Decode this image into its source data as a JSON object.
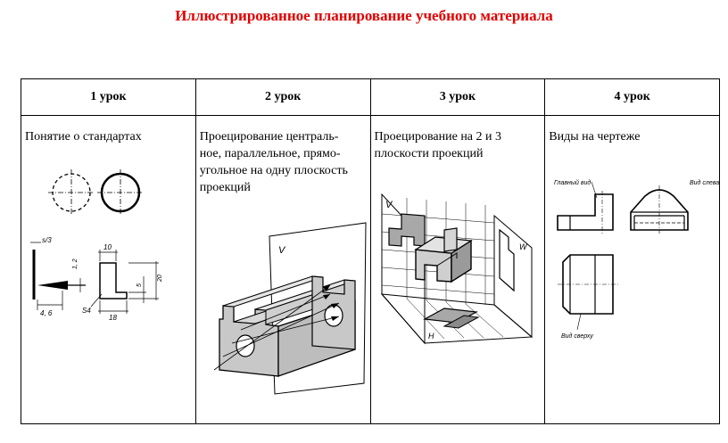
{
  "title": "Иллюстрированное планирование учебного материала",
  "lessons": [
    {
      "header": "1 урок",
      "lines": [
        "Понятие о стандартах"
      ]
    },
    {
      "header": "2 урок",
      "lines": [
        "Проецирование централь-",
        "ное, параллельное, прямо-",
        "угольное на одну плоскость",
        "проекций"
      ]
    },
    {
      "header": "3 урок",
      "lines": [
        "Проецирование на 2 и 3",
        "плоскости проекций"
      ]
    },
    {
      "header": "4 урок",
      "lines": [
        "Виды на чертеже"
      ]
    }
  ],
  "drawing_labels": {
    "dim_s3": "s/3",
    "dim_10": "10",
    "dim_12": "1, 2",
    "dim_5": "5",
    "dim_20": "20",
    "dim_46": "4, 6",
    "dim_s4": "S4",
    "dim_18": "18",
    "plane_v2": "V",
    "plane_v3": "V",
    "plane_w3": "W",
    "plane_h3": "H",
    "view_main": "Главный вид",
    "view_left": "Вид слева",
    "view_top": "Вид сверху"
  }
}
